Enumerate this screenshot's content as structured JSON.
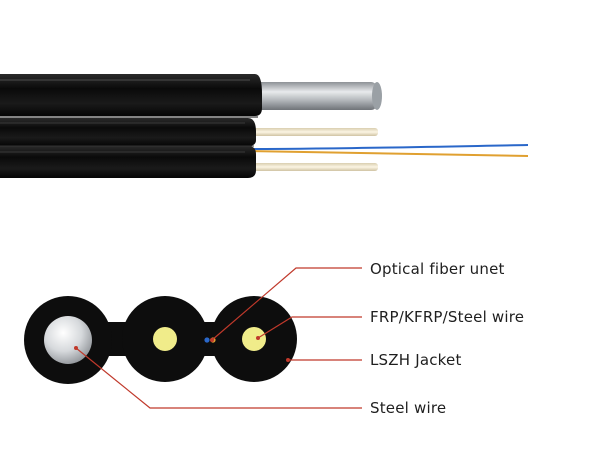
{
  "labels": {
    "optical_fiber": "Optical fiber unet",
    "frp": "FRP/KFRP/Steel wire",
    "lszh": "LSZH Jacket",
    "steel_wire": "Steel wire"
  },
  "colors": {
    "jacket": "#0d0d0d",
    "steel": "#b8bcc0",
    "frp_rod": "#f3e9cf",
    "frp_core": "#f0ec8a",
    "fiber_blue": "#2a67c9",
    "fiber_orange": "#e0a030",
    "leader_line": "#c0392b"
  }
}
